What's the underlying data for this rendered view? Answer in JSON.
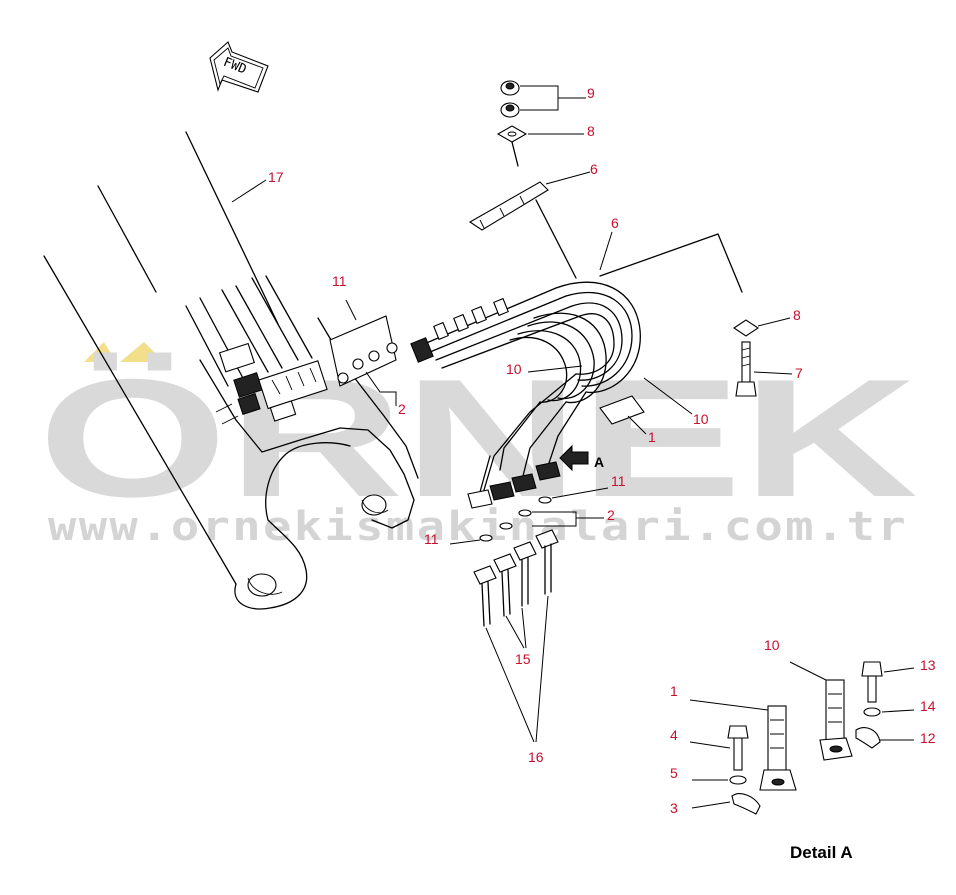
{
  "watermark": {
    "brand": "ÖRNEK",
    "url": "www.ornekismakinalari.com.tr"
  },
  "fwd_label": "FWD",
  "view_arrow_label": "A",
  "detail_label": "Detail  A",
  "callouts": [
    {
      "id": "c9",
      "text": "9"
    },
    {
      "id": "c8a",
      "text": "8"
    },
    {
      "id": "c6a",
      "text": "6"
    },
    {
      "id": "c6b",
      "text": "6"
    },
    {
      "id": "c17",
      "text": "17"
    },
    {
      "id": "c11a",
      "text": "11"
    },
    {
      "id": "c2a",
      "text": "2"
    },
    {
      "id": "c8b",
      "text": "8"
    },
    {
      "id": "c7",
      "text": "7"
    },
    {
      "id": "c10a",
      "text": "10"
    },
    {
      "id": "c10b",
      "text": "10"
    },
    {
      "id": "c1a",
      "text": "1"
    },
    {
      "id": "c11b",
      "text": "11"
    },
    {
      "id": "c2b",
      "text": "2"
    },
    {
      "id": "c11c",
      "text": "11"
    },
    {
      "id": "c15",
      "text": "15"
    },
    {
      "id": "c16",
      "text": "16"
    },
    {
      "id": "c10c",
      "text": "10"
    },
    {
      "id": "c13",
      "text": "13"
    },
    {
      "id": "c1b",
      "text": "1"
    },
    {
      "id": "c14",
      "text": "14"
    },
    {
      "id": "c4",
      "text": "4"
    },
    {
      "id": "c12",
      "text": "12"
    },
    {
      "id": "c5",
      "text": "5"
    },
    {
      "id": "c3",
      "text": "3"
    }
  ]
}
